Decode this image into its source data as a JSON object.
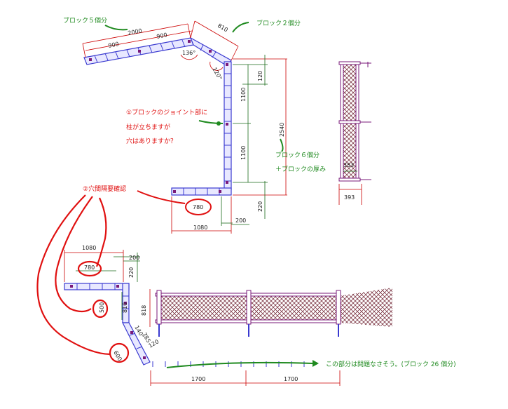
{
  "notes": {
    "block5": "ブロック５個分",
    "block2": "ブロック２個分",
    "block6_line1": "ブロック６個分",
    "block6_line2": "＋ブロックの厚み",
    "q1_line1": "①ブロックのジョイント部に",
    "q1_line2": "柱が立ちますが",
    "q1_line3": "穴はありますか？",
    "q2": "②穴間隔要確認",
    "ok": "この部分は問題なさそう。(ブロック 26 個分)"
  },
  "dims": {
    "d2000": "2000",
    "d900a": "900",
    "d900b": "900",
    "d810_top": "810",
    "angle136": "136°",
    "angle120": "120°",
    "d120": "120",
    "d1100a": "1100",
    "d1100b": "1100",
    "d2540": "2540",
    "d220": "220",
    "d780": "780",
    "d1080": "1080",
    "d200": "200",
    "d393": "393",
    "d353": "353",
    "b1080": "1080",
    "b200": "200",
    "b780": "780",
    "b220": "220",
    "b500": "500",
    "b810": "810",
    "b140": "140°",
    "b785": "785",
    "b600": "600",
    "b120": "120",
    "b818": "818",
    "b1700a": "1700",
    "b1700b": "1700"
  },
  "colors": {
    "wall": "#3a3ad0",
    "dim_line": "#cc0000",
    "post": "#7a1a7a",
    "mesh": "#6a1a2a",
    "note_green": "#1f8a1f",
    "note_red": "#e01010"
  }
}
